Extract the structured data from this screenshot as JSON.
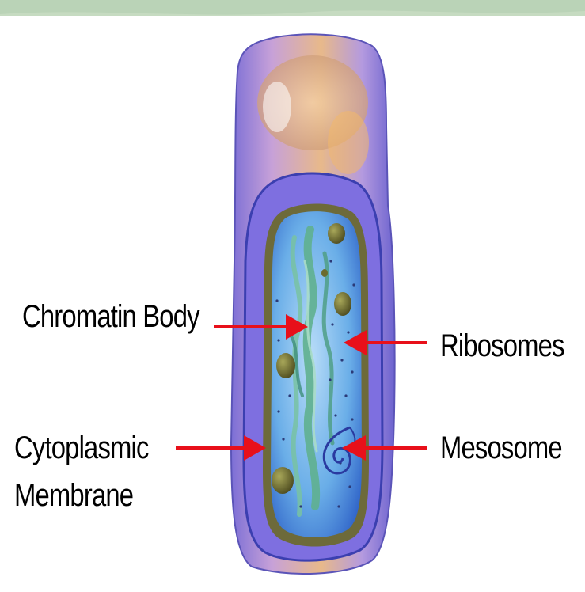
{
  "labels": {
    "chromatin_body": "Chromatin Body",
    "ribosomes": "Ribosomes",
    "cytoplasmic_membrane_line1": "Cytoplasmic",
    "cytoplasmic_membrane_line2": "Membrane",
    "mesosome": "Mesosome"
  },
  "colors": {
    "arrow": "#e8101a",
    "capsule": "#a78bd8",
    "cell_wall": "#6d6a3a",
    "cytoplasm": "#6aaee8",
    "chromatin": "#5fb08f",
    "ribosome": "#6b6a2e",
    "background_band": "#c6dbc1"
  }
}
